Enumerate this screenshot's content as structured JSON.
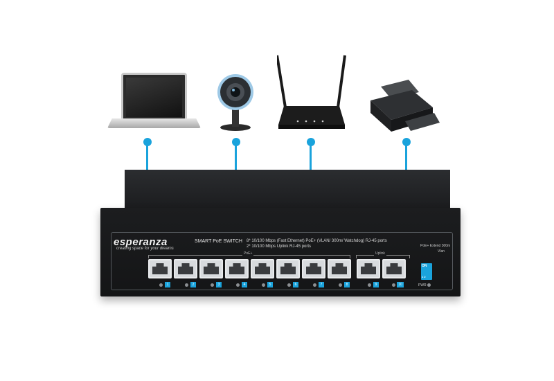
{
  "devices": [
    "laptop",
    "webcam",
    "router",
    "printer"
  ],
  "switch": {
    "brand": "esperanza",
    "tagline": "creating space for your dreams",
    "model": "SMART PoE SWITCH",
    "spec_line1": "8* 10/100 Mbps (Fast Ethernet) PoE+ (VLAN/ 300m/ Watchdog) RJ-45 ports",
    "spec_line2": "2* 10/100 Mbps Uplink RJ-45 ports",
    "poe_label": "PoE+",
    "uplink_label": "Uplink",
    "ports": [
      "1",
      "2",
      "3",
      "4",
      "5",
      "6",
      "7",
      "8",
      "9",
      "10"
    ],
    "dip_label1": "PoE+ Extend 300m",
    "dip_label2": "Vlan",
    "dip_on": "ON",
    "dip_nums": "1 2",
    "pwr_label": "PWR"
  },
  "colors": {
    "accent": "#1aa3dc",
    "switch_body": "#1a1b1d"
  }
}
